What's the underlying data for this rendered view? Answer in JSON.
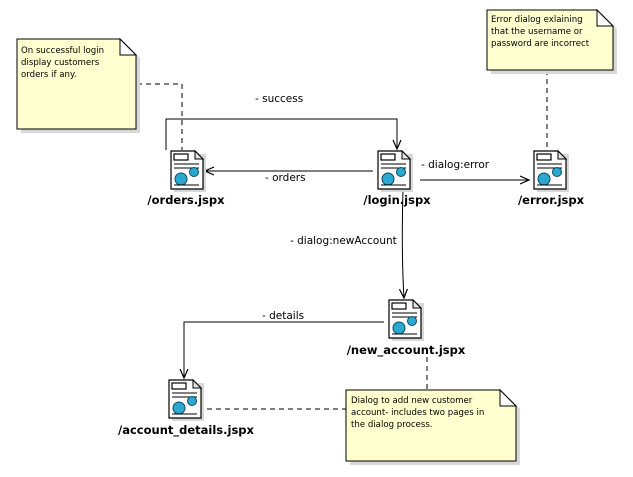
{
  "pages": [
    {
      "id": "orders",
      "label": "/orders.jspx"
    },
    {
      "id": "login",
      "label": "/login.jspx"
    },
    {
      "id": "error",
      "label": "/error.jspx"
    },
    {
      "id": "new_account",
      "label": "/new_account.jspx"
    },
    {
      "id": "account_details",
      "label": "/account_details.jspx"
    }
  ],
  "edges": [
    {
      "from": "orders",
      "to": "login",
      "label": "- success"
    },
    {
      "from": "login",
      "to": "orders",
      "label": "- orders"
    },
    {
      "from": "login",
      "to": "error",
      "label": "- dialog:error"
    },
    {
      "from": "login",
      "to": "new_account",
      "label": "- dialog:newAccount"
    },
    {
      "from": "new_account",
      "to": "account_details",
      "label": "- details"
    }
  ],
  "notes": [
    {
      "id": "orders_note",
      "lines": [
        "On successful login",
        "display customers",
        "orders if any."
      ]
    },
    {
      "id": "error_note",
      "lines": [
        "Error dialog exlaining",
        "that the username or",
        "password are incorrect"
      ]
    },
    {
      "id": "dialog_note",
      "lines": [
        "Dialog to add new customer",
        "account- includes two pages in",
        "the dialog process."
      ]
    }
  ],
  "colors": {
    "note_fill": "#ffffd0",
    "icon_accent": "#2aa8d0"
  }
}
